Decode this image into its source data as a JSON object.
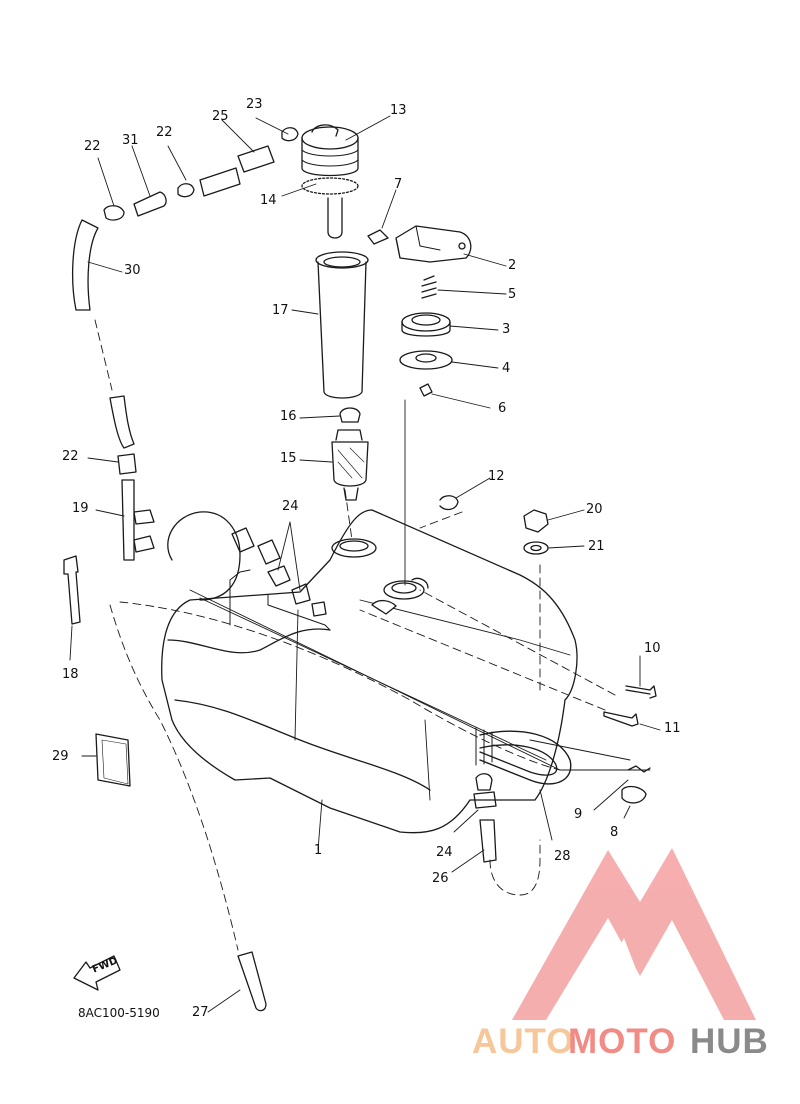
{
  "diagram": {
    "part_code": "8AC100-5190",
    "fwd_label": "FWD",
    "callouts": [
      "1",
      "2",
      "3",
      "4",
      "5",
      "6",
      "7",
      "8",
      "9",
      "10",
      "11",
      "12",
      "13",
      "14",
      "15",
      "16",
      "17",
      "18",
      "19",
      "20",
      "21",
      "22",
      "22",
      "22",
      "23",
      "24",
      "24",
      "25",
      "26",
      "27",
      "28",
      "29",
      "30",
      "31"
    ]
  },
  "watermark": {
    "brand_part1": "AUTO",
    "brand_part2": "MOTO",
    "brand_part3": "HUB",
    "colors": {
      "auto": "#f6c79a",
      "moto": "#f28a86",
      "hub": "#8a8a8a",
      "triangle": "#f4a0a0"
    }
  }
}
